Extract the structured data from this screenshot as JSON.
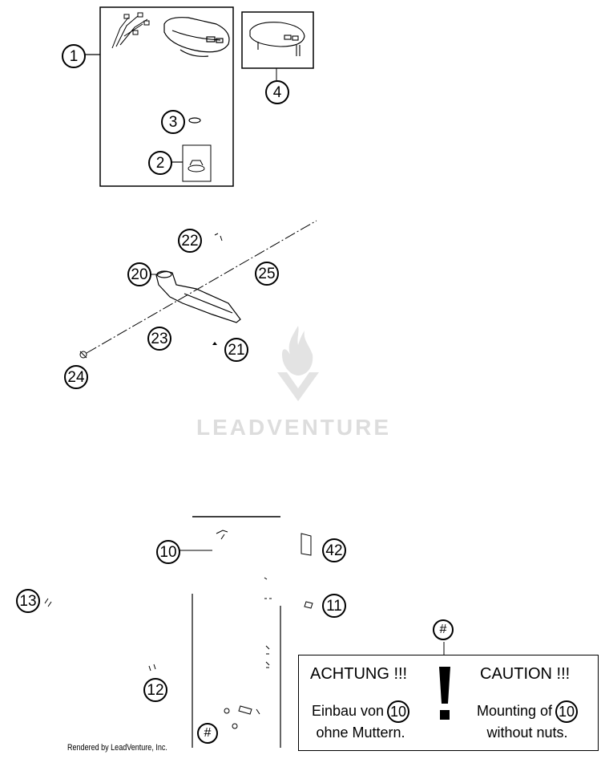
{
  "callouts": {
    "c1": "1",
    "c2": "2",
    "c3": "3",
    "c4": "4",
    "c20": "20",
    "c21": "21",
    "c22": "22",
    "c23": "23",
    "c24": "24",
    "c25": "25",
    "c10": "10",
    "c11": "11",
    "c12": "12",
    "c13": "13",
    "c42": "42",
    "hash_top": "#",
    "hash_bottom": "#"
  },
  "watermark": {
    "text": "LEADVENTURE",
    "color": "#dddddd"
  },
  "caution": {
    "german_title": "ACHTUNG !!!",
    "english_title": "CAUTION !!!",
    "german_line1": "Einbau von",
    "german_line2": "ohne Muttern.",
    "english_line1": "Mounting of",
    "english_line2": "without nuts.",
    "ref_part": "10",
    "icon": "exclamation-icon"
  },
  "footer": {
    "text": "Rendered by LeadVenture, Inc."
  }
}
